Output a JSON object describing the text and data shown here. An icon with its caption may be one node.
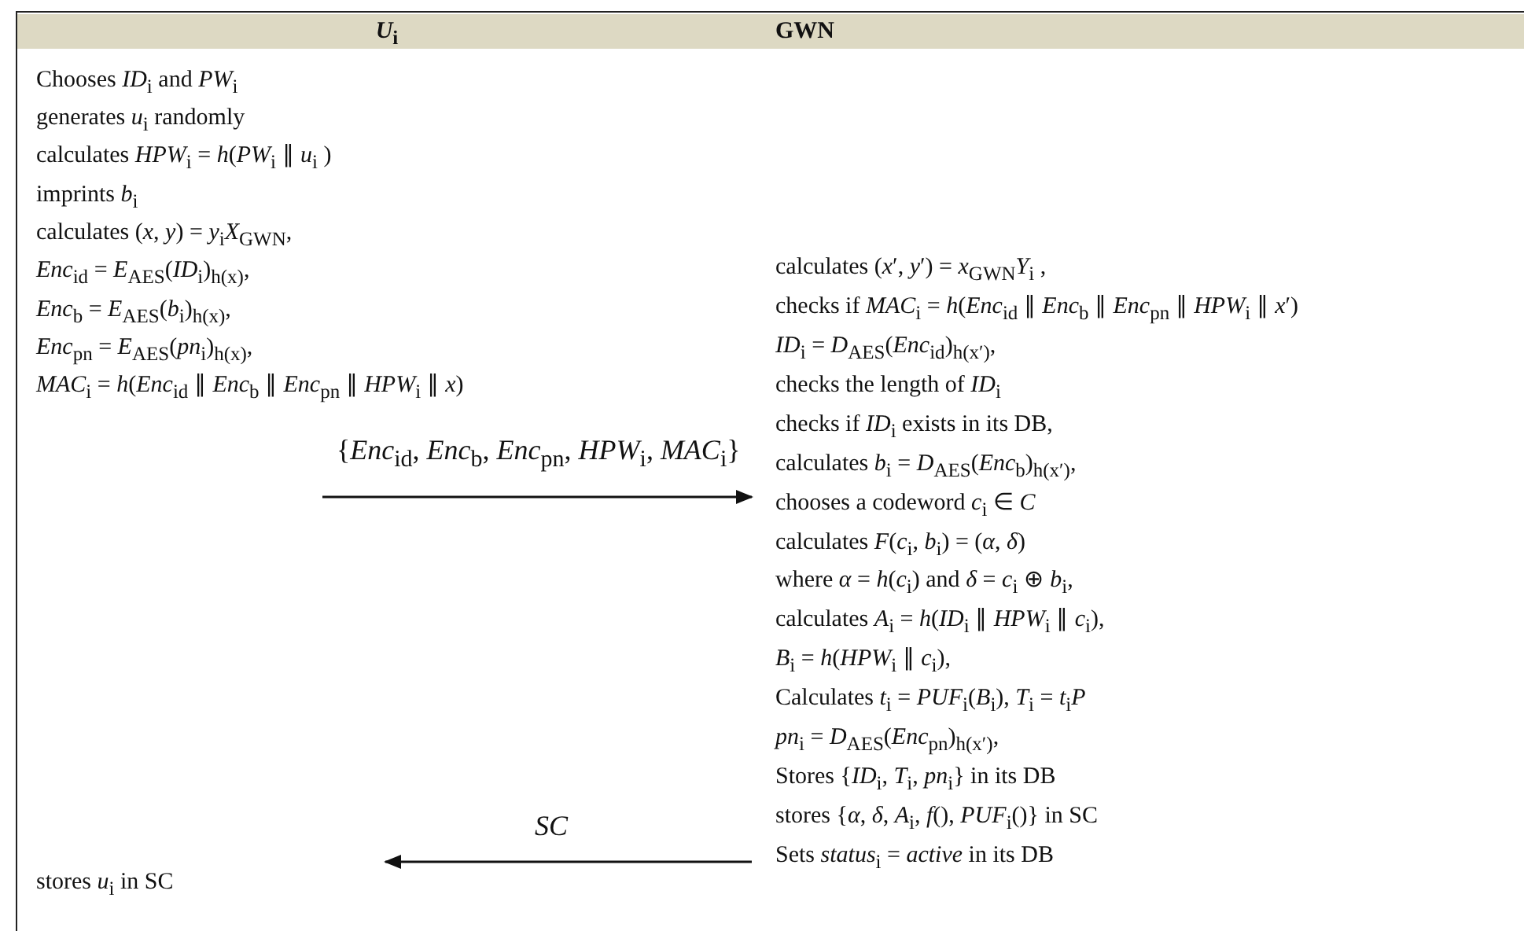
{
  "diagram": {
    "nodes": [
      {
        "text": [
          "*U*$_{i}$",
          "Chooses *ID*$_{i}$ and *PW*$_{i}$",
          "generates *u*$_{i}$ randomly",
          "calculates *HPW*$_{i}$ = *h*(*PW*$_{i}$ ∥ *u*$_{i}$ )",
          "imprints *b*$_{i}$",
          "calculates (*x*, *y*) = *y*$_{i}$*X*$_{GWN}$,",
          "*Enc*$_{id}$ = *E*$_{AES}$(*ID*$_{i}$)$_{h(x)}$,",
          "*Enc*$_{b}$ = *E*$_{AES}$(*b*$_{i}$)$_{h(x)}$,",
          "*Enc*$_{pn}$ = *E*$_{AES}$(*pn*$_{i}$)$_{h(x)}$,",
          "*MAC*$_{i}$ = *h*(*Enc*$_{id}$ ∥ *Enc*$_{b}$ ∥ *Enc*$_{pn}$ ∥ *HPW*$_{i}$ ∥ *x*)",
          "stores *u*$_{i}$ in SC"
        ]
      },
      {
        "text": [
          "GWN",
          "calculates (*x*′, *y*′) = *x*$_{GWN}$*Y*$_{i}$ ,",
          "checks if *MAC*$_{i}$ = *h*(*Enc*$_{id}$ ∥ *Enc*$_{b}$ ∥ *Enc*$_{pn}$ ∥ *HPW*$_{i}$ ∥ *x*′)",
          "*ID*$_{i}$ = *D*$_{AES}$(*Enc*$_{id}$)$_{h(x′)}$,",
          "checks the length of *ID*$_{i}$",
          "checks if *ID*$_{i}$ exists in its DB,",
          "calculates *b*$_{i}$ = *D*$_{AES}$(*Enc*$_{b}$)$_{h(x′)}$,",
          "chooses a codeword *c*$_{i}$ ∈ *C*",
          "calculates *F*(*c*$_{i}$, *b*$_{i}$) = (*α*, *δ*)",
          "where *α* = *h*(*c*$_{i}$) and *δ* = *c*$_{i}$ ⊕ *b*$_{i}$,",
          "calculates *A*$_{i}$ = *h*(*ID*$_{i}$ ∥ *HPW*$_{i}$ ∥ *c*$_{i}$),",
          "*B*$_{i}$ = *h*(*HPW*$_{i}$ ∥ *c*$_{i}$),",
          "Calculates *t*$_{i}$ = *PUF*$_{i}$(*B*$_{i}$), *T*$_{i}$ = *t*$_{i}$*P*",
          "*pn*$_{i}$ = *D*$_{AES}$(*Enc*$_{pn}$)$_{h(x′)}$,",
          "Stores {*ID*$_{i}$, *T*$_{i}$, *pn*$_{i}$} in its DB",
          "stores {*α*, *δ*, *A*$_{i}$, *f*(), *PUF*$_{i}$()} in SC",
          "Sets *status*$_{i}$ = *active* in its DB"
        ]
      }
    ],
    "edges": [
      {
        "from": 0,
        "to": 1,
        "arrow": "to",
        "label": "{*Enc*$_{id}$, *Enc*$_{b}$, *Enc*$_{pn}$, *HPW*$_{i}$, *MAC*$_{i}$}"
      },
      {
        "from": 1,
        "to": 0,
        "arrow": "to",
        "label": "*SC*"
      }
    ]
  }
}
